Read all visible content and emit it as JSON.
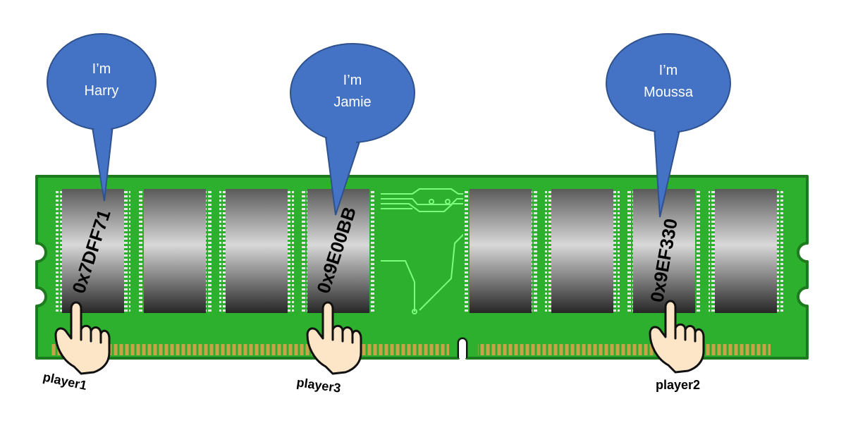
{
  "bubbles": [
    {
      "line1": "I’m",
      "line2": "Harry"
    },
    {
      "line1": "I’m",
      "line2": "Jamie"
    },
    {
      "line1": "I’m",
      "line2": "Moussa"
    }
  ],
  "addresses": [
    "0x7DFF71",
    "0x9E00BB",
    "0x9EF330"
  ],
  "players": [
    "player1",
    "player3",
    "player2"
  ],
  "colors": {
    "pcb": "#2db02d",
    "pcb_edge": "#1e7a1e",
    "bubble": "#4472c4",
    "bubble_edge": "#2f528f",
    "gold": "#c9a24a",
    "chip_dark": "#2a2a2a",
    "chip_light": "#d4d4d4",
    "hand_fill": "#fde6c8",
    "trace": "#7dff7d"
  },
  "icons": [
    "ram-module-icon",
    "memory-chip-icon",
    "pointing-hand-icon",
    "speech-bubble-icon"
  ]
}
